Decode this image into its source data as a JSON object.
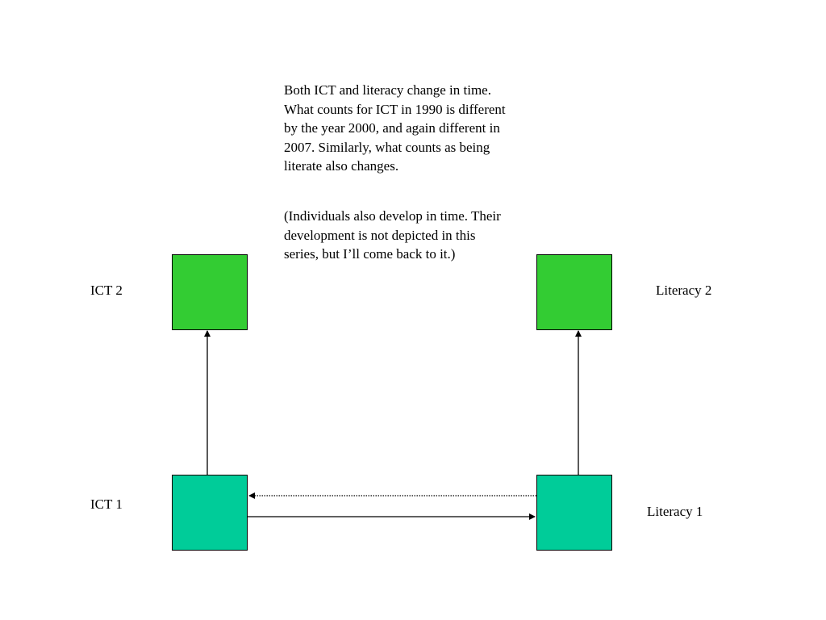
{
  "text": {
    "paragraph1": "Both ICT and literacy change in time. What counts for ICT in 1990 is different by the year 2000, and again different in 2007. Similarly, what counts as being literate also changes.",
    "paragraph2": "(Individuals also develop in time. Their development is not depicted in this series, but I’ll come back to it.)"
  },
  "nodes": {
    "ict2": {
      "label": "ICT 2"
    },
    "literacy2": {
      "label": "Literacy 2"
    },
    "ict1": {
      "label": "ICT 1"
    },
    "literacy1": {
      "label": "Literacy 1"
    }
  },
  "colors": {
    "time2_box": "#33cc33",
    "time1_box": "#00cc99",
    "line": "#000000"
  }
}
